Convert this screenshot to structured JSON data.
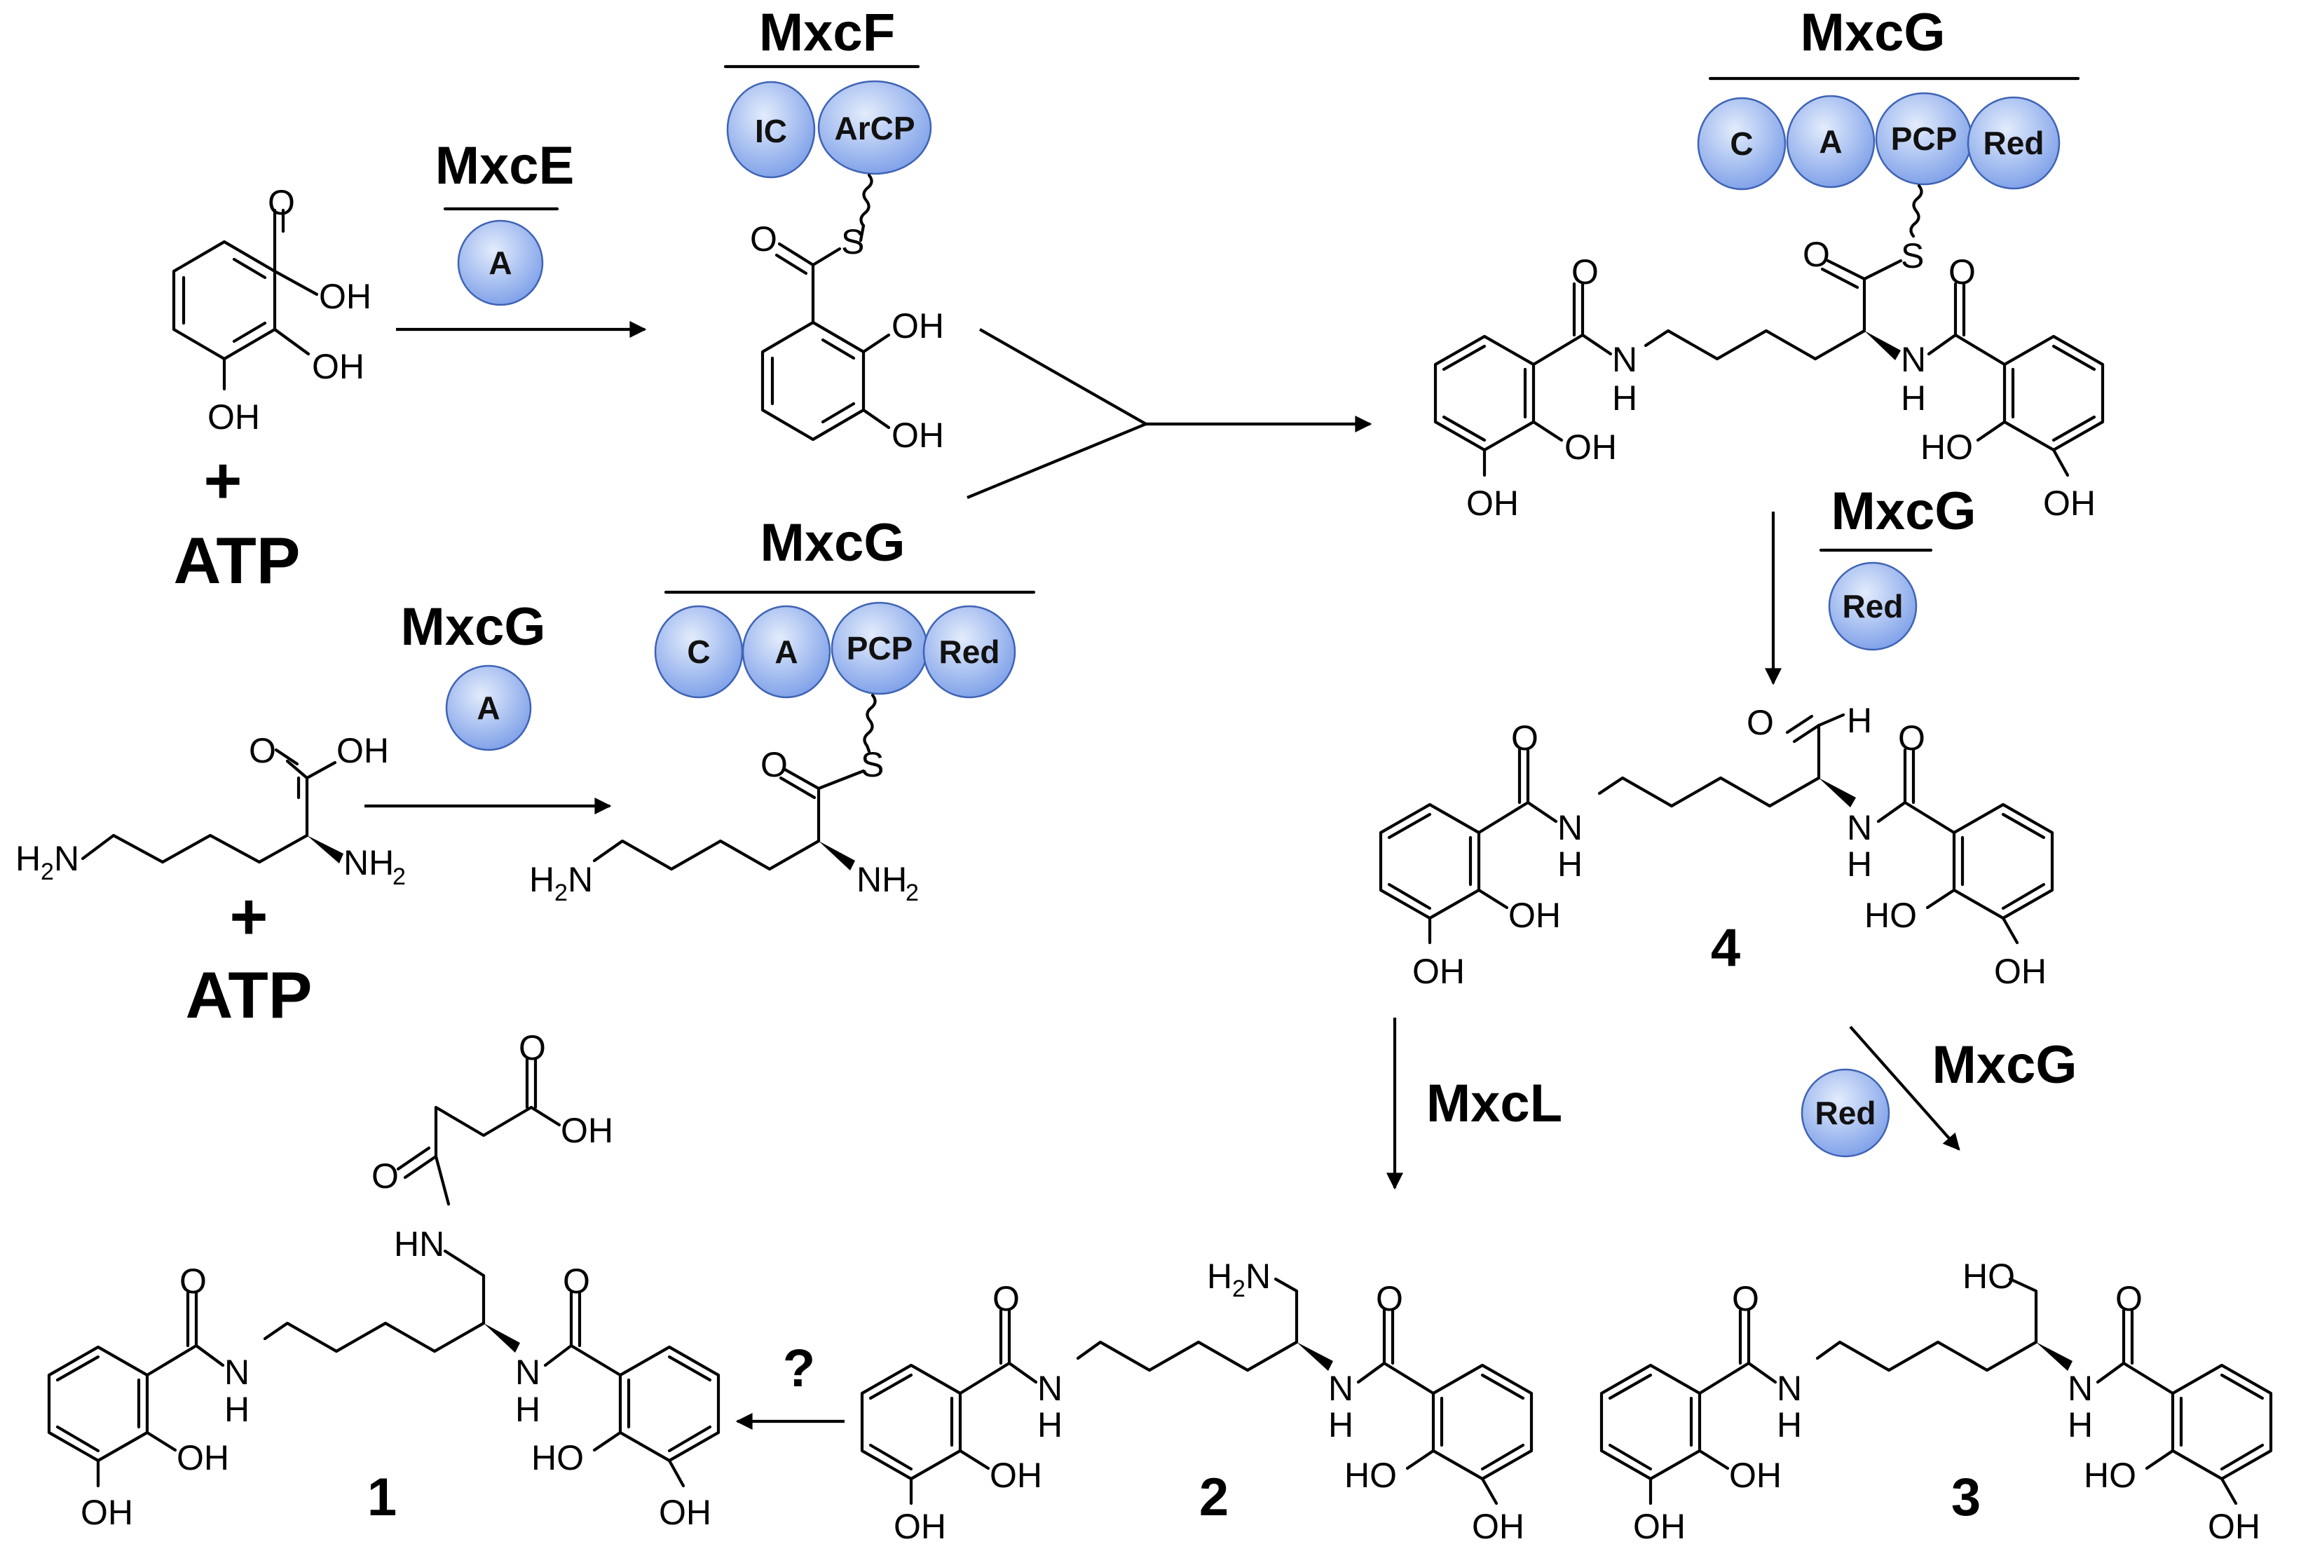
{
  "enzymes": {
    "mxcf_top": "MxcF",
    "mxce": "MxcE",
    "mxcg_top_right": "MxcG",
    "mxcg_mid_left_small": "MxcG",
    "mxcg_mid_module": "MxcG",
    "mxcg_red_down": "MxcG",
    "mxcg_red_diag": "MxcG",
    "mxcl": "MxcL"
  },
  "domains": {
    "ic": "IC",
    "arcp": "ArCP",
    "a": "A",
    "c": "C",
    "pcp": "PCP",
    "red": "Red"
  },
  "cofactors": {
    "plus": "+",
    "atp": "ATP"
  },
  "compounds": {
    "c1": "1",
    "c2": "2",
    "c3": "3",
    "c4": "4"
  },
  "unknown_step": "?",
  "atoms": {
    "O": "O",
    "OH": "OH",
    "HO": "HO",
    "S": "S",
    "N": "N",
    "H": "H",
    "HN": "HN",
    "H2N_main": "H",
    "NH2_main": "NH",
    "sub2": "2"
  },
  "colors": {
    "domain_fill_light": "#e3ecfc",
    "domain_fill_dark": "#7b9ee8",
    "domain_stroke": "#3f63b5"
  }
}
